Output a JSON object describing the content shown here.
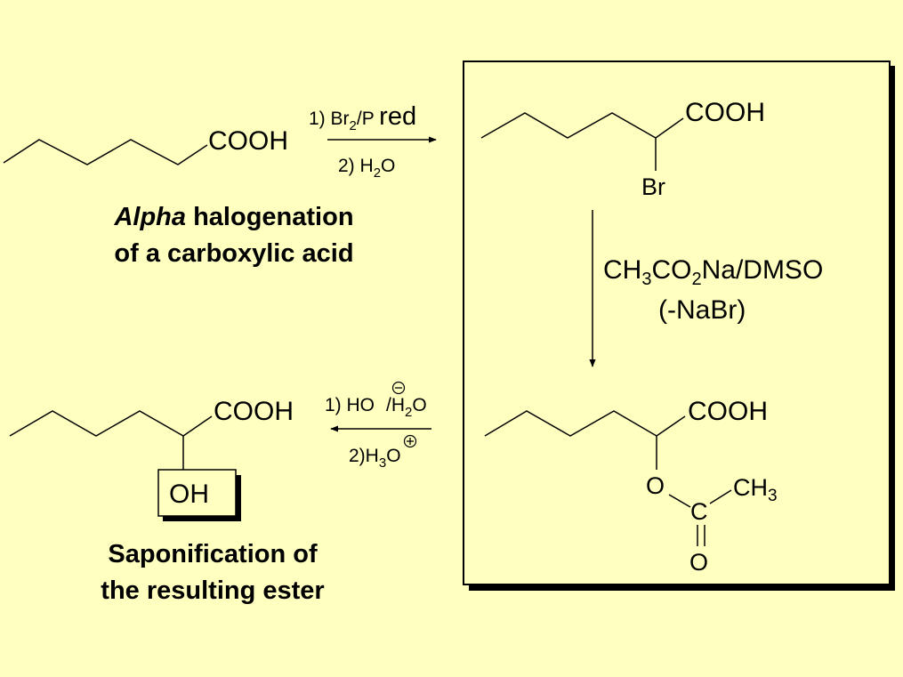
{
  "background_color": "#ffffc0",
  "groups": {
    "acid": "COOH",
    "bromo": "Br",
    "hydroxy": "OH",
    "methyl_parts": [
      "CH",
      "3"
    ],
    "ester_o": "O",
    "carbonyl_c": "C",
    "carbonyl_o": "O"
  },
  "reaction_1": {
    "step1": [
      "1) Br",
      "2",
      "/P ",
      "red"
    ],
    "step2": [
      "2) H",
      "2",
      "O"
    ]
  },
  "reaction_2": {
    "reagent": [
      "CH",
      "3",
      "CO",
      "2",
      "Na/DMSO"
    ],
    "byproduct": "(-NaBr)"
  },
  "reaction_3": {
    "step1": [
      "1) HO",
      "/H",
      "2",
      "O"
    ],
    "step2": [
      "2)H",
      "3",
      "O"
    ]
  },
  "captions": {
    "alpha": {
      "italic": "Alpha",
      "rest": " halogenation",
      "line2": "of a carboxylic acid"
    },
    "saponification": {
      "line1": "Saponification of",
      "line2": "the resulting ester"
    }
  }
}
